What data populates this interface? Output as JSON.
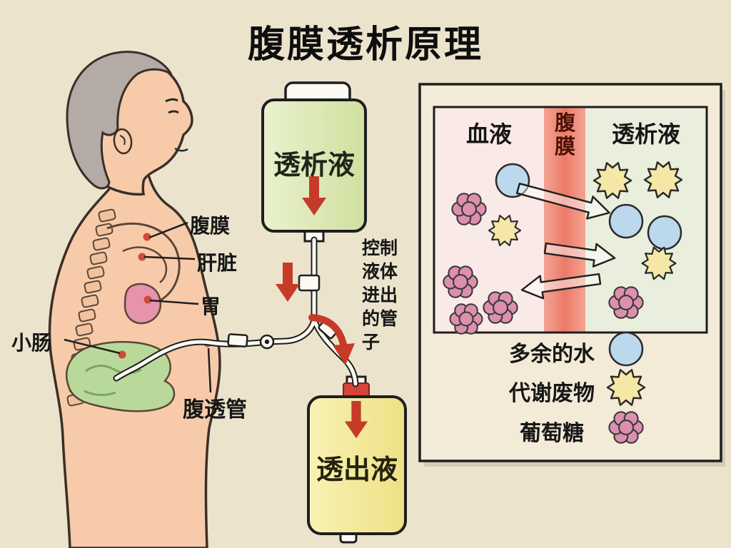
{
  "title": "腹膜透析原理",
  "anatomy_labels": {
    "peritoneum": "腹膜",
    "liver": "肝脏",
    "stomach": "胃",
    "small_intestine": "小肠",
    "pd_catheter": "腹透管"
  },
  "fluid_system": {
    "dialysate_bag_label": "透析液",
    "effluent_bag_label": "透出液",
    "tube_note": "控制液体进出的管子"
  },
  "exchange_panel": {
    "blood_header": "血液",
    "membrane_header": "腹膜",
    "dialysate_header": "透析液",
    "legend": [
      {
        "label": "多余的水",
        "icon": "water-circle",
        "color": "#bcd8ec"
      },
      {
        "label": "代谢废物",
        "icon": "waste-burst",
        "color": "#f5e7a6"
      },
      {
        "label": "葡萄糖",
        "icon": "glucose-cluster",
        "color": "#dd8fae"
      }
    ]
  },
  "colors": {
    "background": "#ece3cd",
    "flow_arrow_red": "#c63b28",
    "dialysate_bag_green": "#dce9b6",
    "effluent_bag_yellow": "#f3ea9c",
    "blood_section_pink": "#f9e9e7",
    "membrane_strip_red": "#ee8472",
    "dialysate_section_green": "#e9efdc",
    "skin": "#f7cba9",
    "hair_gray": "#b4aba6",
    "stomach_pink": "#e793ab",
    "intestine_green": "#b9d99b"
  }
}
